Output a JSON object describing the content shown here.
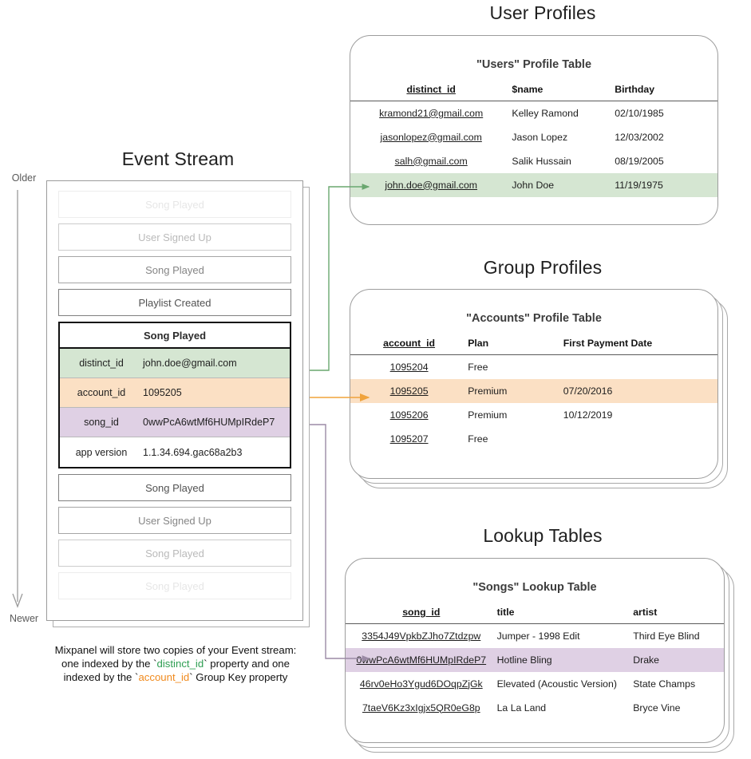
{
  "sections": {
    "event_stream_title": "Event Stream",
    "user_profiles_title": "User Profiles",
    "group_profiles_title": "Group Profiles",
    "lookup_tables_title": "Lookup Tables"
  },
  "timeline": {
    "older_label": "Older",
    "newer_label": "Newer"
  },
  "event_stream": {
    "events_above": [
      {
        "label": "Song Played"
      },
      {
        "label": "User Signed Up"
      },
      {
        "label": "Song Played"
      },
      {
        "label": "Playlist Created"
      }
    ],
    "expanded_event": {
      "title": "Song Played",
      "properties": [
        {
          "key": "distinct_id",
          "value": "john.doe@gmail.com",
          "highlight": "green"
        },
        {
          "key": "account_id",
          "value": "1095205",
          "highlight": "orange"
        },
        {
          "key": "song_id",
          "value": "0wwPcA6wtMf6HUMpIRdeP7",
          "highlight": "purple"
        },
        {
          "key": "app version",
          "value": "1.1.34.694.gac68a2b3",
          "highlight": "plain"
        }
      ]
    },
    "events_below": [
      {
        "label": "Song Played"
      },
      {
        "label": "User Signed Up"
      },
      {
        "label": "Song Played"
      },
      {
        "label": "Song Played"
      }
    ]
  },
  "caption": {
    "line1": "Mixpanel will store two copies of your Event stream:",
    "line2_pre": "one indexed by the `",
    "line2_key": "distinct_id",
    "line2_post": "` property and one",
    "line3_pre": "indexed by the `",
    "line3_key": "account_id",
    "line3_post": "` Group Key property"
  },
  "users_table": {
    "title": "\"Users\" Profile Table",
    "columns": [
      "distinct_id",
      "$name",
      "Birthday"
    ],
    "rows": [
      {
        "distinct_id": "kramond21@gmail.com",
        "name": "Kelley Ramond",
        "birthday": "02/10/1985",
        "highlight": ""
      },
      {
        "distinct_id": "jasonlopez@gmail.com",
        "name": "Jason Lopez",
        "birthday": "12/03/2002",
        "highlight": ""
      },
      {
        "distinct_id": "salh@gmail.com",
        "name": "Salik Hussain",
        "birthday": "08/19/2005",
        "highlight": ""
      },
      {
        "distinct_id": "john.doe@gmail.com",
        "name": "John Doe",
        "birthday": "11/19/1975",
        "highlight": "green"
      }
    ]
  },
  "accounts_table": {
    "title": "\"Accounts\" Profile Table",
    "columns": [
      "account_id",
      "Plan",
      "First Payment Date"
    ],
    "rows": [
      {
        "account_id": "1095204",
        "plan": "Free",
        "first_payment": "",
        "highlight": ""
      },
      {
        "account_id": "1095205",
        "plan": "Premium",
        "first_payment": "07/20/2016",
        "highlight": "orange"
      },
      {
        "account_id": "1095206",
        "plan": "Premium",
        "first_payment": "10/12/2019",
        "highlight": ""
      },
      {
        "account_id": "1095207",
        "plan": "Free",
        "first_payment": "",
        "highlight": ""
      }
    ]
  },
  "songs_table": {
    "title": "\"Songs\" Lookup Table",
    "columns": [
      "song_id",
      "title",
      "artist"
    ],
    "rows": [
      {
        "song_id": "3354J49VpkbZJho7Ztdzpw",
        "title": "Jumper - 1998 Edit",
        "artist": "Third Eye Blind",
        "highlight": ""
      },
      {
        "song_id": "0wwPcA6wtMf6HUMpIRdeP7",
        "title": "Hotline Bling",
        "artist": "Drake",
        "highlight": "purple"
      },
      {
        "song_id": "46rv0eHo3Ygud6DOqpZjGk",
        "title": "Elevated (Acoustic Version)",
        "artist": "State Champs",
        "highlight": ""
      },
      {
        "song_id": "7taeV6Kz3xIgjx5QR0eG8p",
        "title": "La La Land",
        "artist": "Bryce Vine",
        "highlight": ""
      }
    ]
  },
  "colors": {
    "green_highlight": "#d5e6d2",
    "orange_highlight": "#fbe0c4",
    "purple_highlight": "#dfd0e4",
    "green_arrow": "#6aa76f",
    "orange_arrow": "#f0a33c",
    "purple_arrow": "#9b8aa5",
    "caption_green": "#2e9e52",
    "caption_orange": "#f08a1d"
  }
}
